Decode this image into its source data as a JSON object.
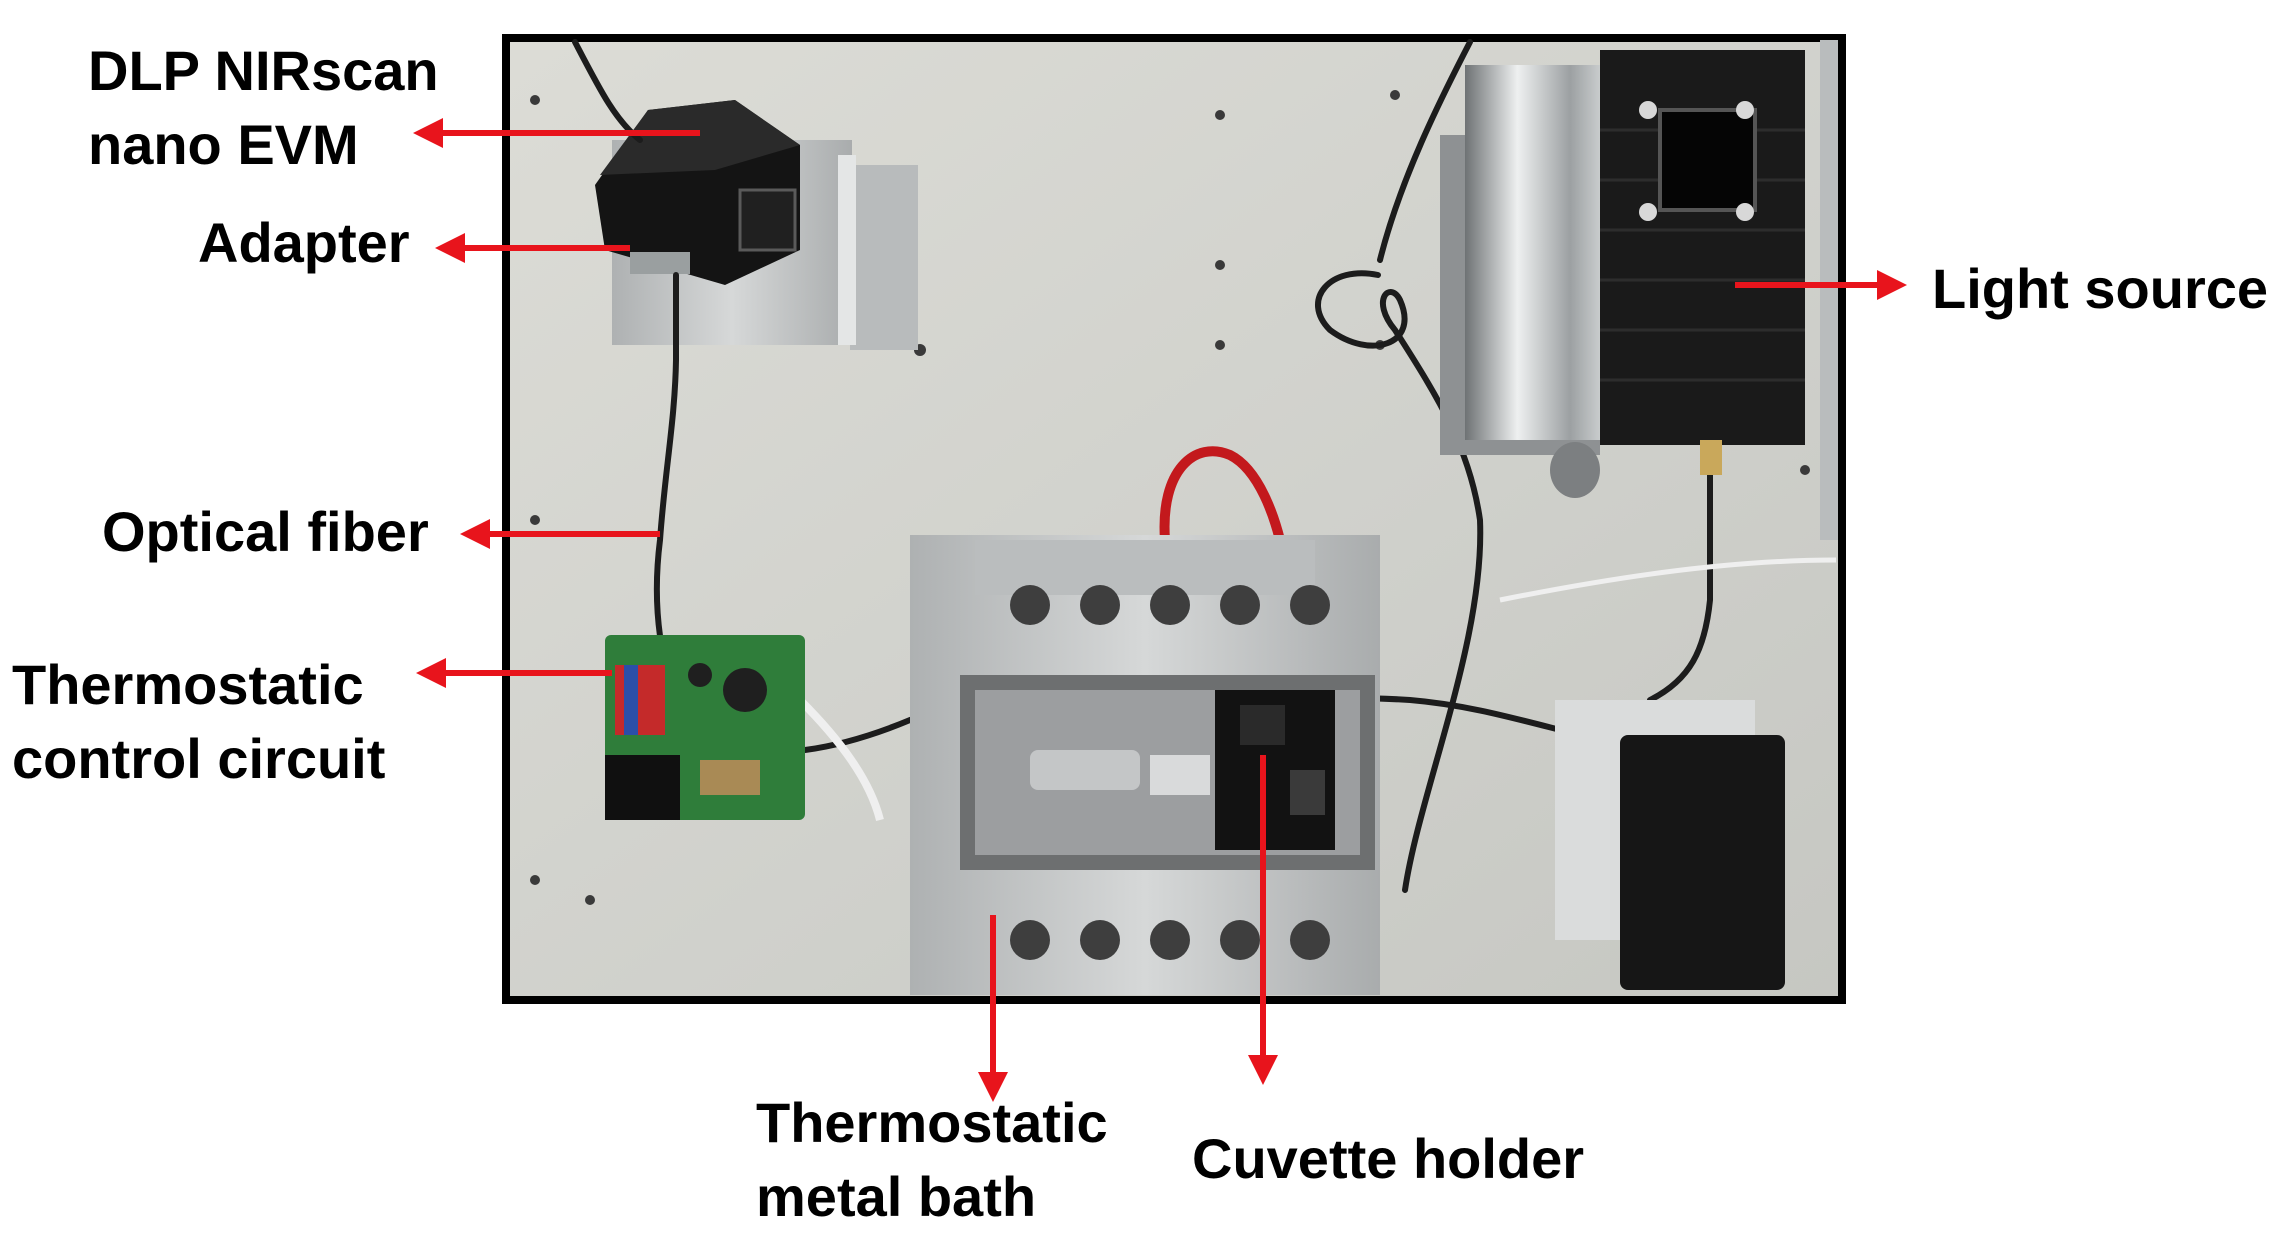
{
  "labels": {
    "nirscan": [
      "DLP NIRscan",
      "nano EVM"
    ],
    "adapter": [
      "Adapter"
    ],
    "optical_fiber": [
      "Optical fiber"
    ],
    "thermo_circuit": [
      "Thermostatic",
      "control circuit"
    ],
    "light_source": [
      "Light source"
    ],
    "metal_bath": [
      "Thermostatic",
      "metal bath"
    ],
    "cuvette_holder": [
      "Cuvette holder"
    ]
  },
  "colors": {
    "arrow": "#e8141c",
    "frame": "#000000",
    "panel": "#d4d5d0",
    "metal": "#c2c4c4",
    "device_black": "#151515",
    "pcb_green": "#2f7d3a"
  }
}
